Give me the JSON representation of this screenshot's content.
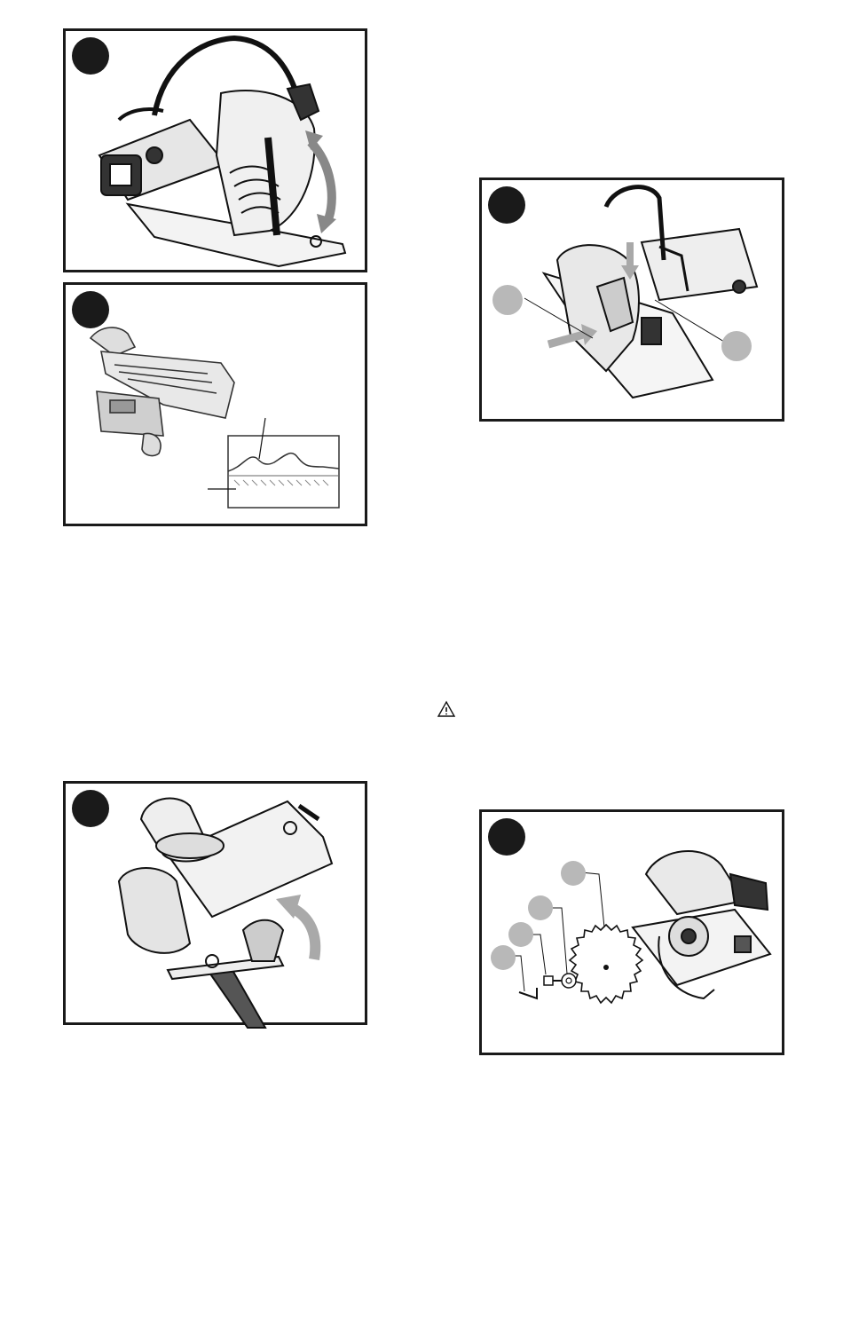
{
  "document": {
    "figures": [
      {
        "id": "blade-guard-lever",
        "callouts": []
      },
      {
        "id": "depth-check",
        "callouts": []
      },
      {
        "id": "spindle-lock",
        "callouts": [
          "",
          ""
        ]
      },
      {
        "id": "bevel-adjust",
        "callouts": []
      },
      {
        "id": "blade-install",
        "callouts": [
          "",
          "",
          "",
          ""
        ]
      }
    ],
    "warning_icon": "warning-triangle-icon",
    "colors": {
      "frame": "#1a1a1a",
      "callout": "#b8b8b8",
      "arrow": "#a9a9a9"
    }
  }
}
